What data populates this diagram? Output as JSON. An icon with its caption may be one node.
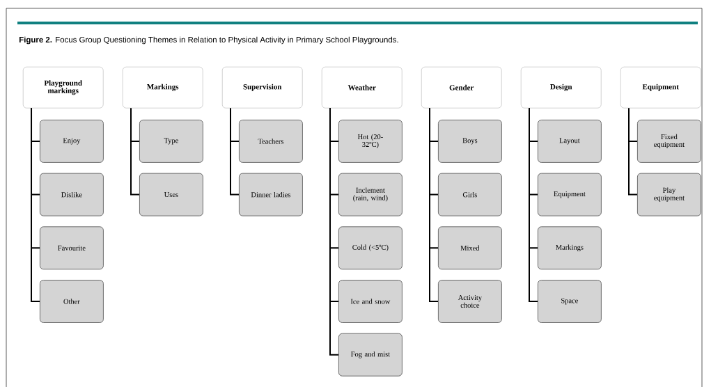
{
  "diagram": {
    "title": "**Figure 2.** Focus Group Questioning Themes in Relation to Physical Activity in Primary School Playgrounds.",
    "nodes": [
      {
        "text": [
          "Playground markings"
        ]
      },
      {
        "text": [
          "Enjoy"
        ]
      },
      {
        "text": [
          "Dislike"
        ]
      },
      {
        "text": [
          "Favourite"
        ]
      },
      {
        "text": [
          "Other"
        ]
      },
      {
        "text": [
          "Markings"
        ]
      },
      {
        "text": [
          "Type"
        ]
      },
      {
        "text": [
          "Uses"
        ]
      },
      {
        "text": [
          "Supervision"
        ]
      },
      {
        "text": [
          "Teachers"
        ]
      },
      {
        "text": [
          "Dinner ladies"
        ]
      },
      {
        "text": [
          "Weather"
        ]
      },
      {
        "text": [
          "Hot (20-32ºC)"
        ]
      },
      {
        "text": [
          "Inclement (rain, wind)"
        ]
      },
      {
        "text": [
          "Cold (<5ºC)"
        ]
      },
      {
        "text": [
          "Ice and snow"
        ]
      },
      {
        "text": [
          "Fog and mist"
        ]
      },
      {
        "text": [
          "Gender"
        ]
      },
      {
        "text": [
          "Boys"
        ]
      },
      {
        "text": [
          "Girls"
        ]
      },
      {
        "text": [
          "Mixed"
        ]
      },
      {
        "text": [
          "Activity choice"
        ]
      },
      {
        "text": [
          "Design"
        ]
      },
      {
        "text": [
          "Layout"
        ]
      },
      {
        "text": [
          "Equipment"
        ]
      },
      {
        "text": [
          "Markings"
        ]
      },
      {
        "text": [
          "Space"
        ]
      },
      {
        "text": [
          "Equipment"
        ]
      },
      {
        "text": [
          "Fixed equipment"
        ]
      },
      {
        "text": [
          "Play equipment"
        ]
      }
    ],
    "edges": [
      {
        "from": 0,
        "to": 1,
        "arrow": "none"
      },
      {
        "from": 0,
        "to": 2,
        "arrow": "none"
      },
      {
        "from": 0,
        "to": 3,
        "arrow": "none"
      },
      {
        "from": 0,
        "to": 4,
        "arrow": "none"
      },
      {
        "from": 5,
        "to": 6,
        "arrow": "none"
      },
      {
        "from": 5,
        "to": 7,
        "arrow": "none"
      },
      {
        "from": 8,
        "to": 9,
        "arrow": "none"
      },
      {
        "from": 8,
        "to": 10,
        "arrow": "none"
      },
      {
        "from": 11,
        "to": 12,
        "arrow": "none"
      },
      {
        "from": 11,
        "to": 13,
        "arrow": "none"
      },
      {
        "from": 11,
        "to": 14,
        "arrow": "none"
      },
      {
        "from": 11,
        "to": 15,
        "arrow": "none"
      },
      {
        "from": 11,
        "to": 16,
        "arrow": "none"
      },
      {
        "from": 17,
        "to": 18,
        "arrow": "none"
      },
      {
        "from": 17,
        "to": 19,
        "arrow": "none"
      },
      {
        "from": 17,
        "to": 20,
        "arrow": "none"
      },
      {
        "from": 17,
        "to": 21,
        "arrow": "none"
      },
      {
        "from": 22,
        "to": 23,
        "arrow": "none"
      },
      {
        "from": 22,
        "to": 24,
        "arrow": "none"
      },
      {
        "from": 22,
        "to": 25,
        "arrow": "none"
      },
      {
        "from": 22,
        "to": 26,
        "arrow": "none"
      },
      {
        "from": 27,
        "to": 28,
        "arrow": "none"
      },
      {
        "from": 27,
        "to": 29,
        "arrow": "none"
      }
    ]
  }
}
